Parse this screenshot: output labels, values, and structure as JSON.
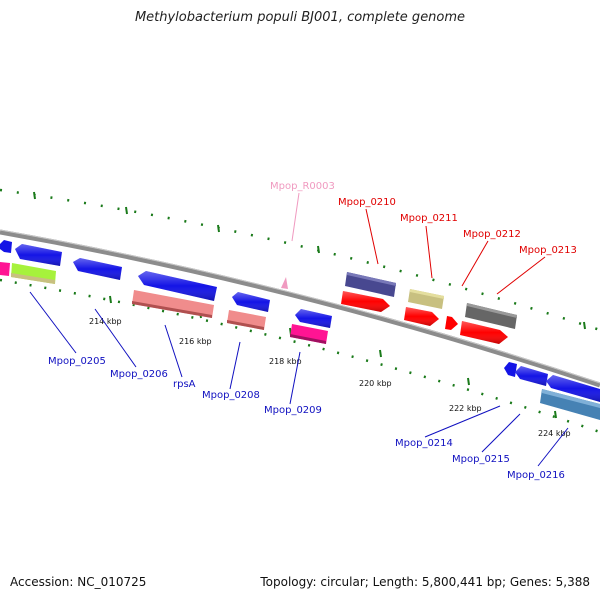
{
  "title": "Methylobacterium populi BJ001, complete genome",
  "footer": {
    "accession": "Accession: NC_010725",
    "stats": "Topology: circular; Length: 5,800,441 bp; Genes: 5,388"
  },
  "colors": {
    "backbone": "#8c8c8c",
    "tick_green": "#1a7a1a",
    "label_blue": "#1010c0",
    "label_red": "#e00000",
    "label_pink": "#f09ac0",
    "gene_blue": "#1414e6",
    "gene_red": "#ff0000",
    "gene_salmon": "#f08c8c",
    "gene_magenta": "#ff1493",
    "gene_khaki": "#c8c080",
    "gene_lime": "#a6f23c",
    "gene_slate": "#484890",
    "gene_gray": "#666666",
    "gene_steel": "#4682b4"
  },
  "kbp_labels": [
    "214 kbp",
    "216 kbp",
    "218 kbp",
    "220 kbp",
    "222 kbp",
    "224 kbp"
  ],
  "gene_labels": {
    "Mpop_0205": "Mpop_0205",
    "Mpop_0206": "Mpop_0206",
    "rpsA": "rpsA",
    "Mpop_0208": "Mpop_0208",
    "Mpop_0209": "Mpop_0209",
    "Mpop_0214": "Mpop_0214",
    "Mpop_0215": "Mpop_0215",
    "Mpop_0216": "Mpop_0216",
    "Mpop_R0003": "Mpop_R0003",
    "Mpop_0210": "Mpop_0210",
    "Mpop_0211": "Mpop_0211",
    "Mpop_0212": "Mpop_0212",
    "Mpop_0213": "Mpop_0213"
  }
}
